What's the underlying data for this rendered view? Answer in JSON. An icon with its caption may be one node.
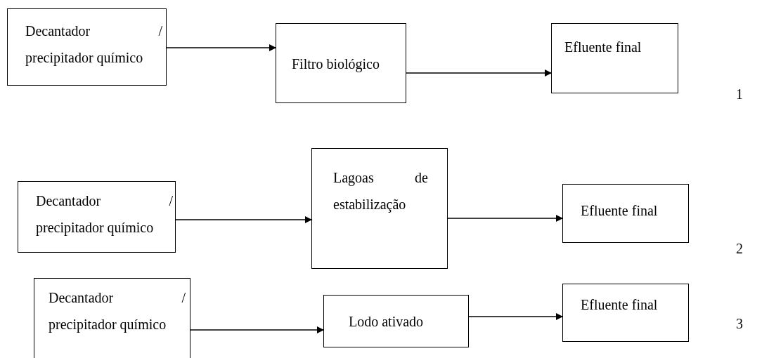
{
  "diagram": {
    "nodes": [
      {
        "text": [
          "Decantador / precipitador químico"
        ]
      },
      {
        "text": [
          "Filtro biológico"
        ]
      },
      {
        "text": [
          "Efluente final"
        ]
      },
      {
        "text": [
          "Decantador / precipitador químico"
        ]
      },
      {
        "text": [
          "Lagoas de estabilização"
        ]
      },
      {
        "text": [
          "Efluente final"
        ]
      },
      {
        "text": [
          "Decantador / precipitador químico"
        ]
      },
      {
        "text": [
          "Lodo ativado"
        ]
      },
      {
        "text": [
          "Efluente final"
        ]
      }
    ],
    "edges": [
      {
        "from": 0,
        "to": 1,
        "arrow": "to"
      },
      {
        "from": 1,
        "to": 2,
        "arrow": "to"
      },
      {
        "from": 3,
        "to": 4,
        "arrow": "to"
      },
      {
        "from": 4,
        "to": 5,
        "arrow": "to"
      },
      {
        "from": 6,
        "to": 7,
        "arrow": "to"
      },
      {
        "from": 7,
        "to": 8,
        "arrow": "to"
      }
    ],
    "labels": [
      "1",
      "2",
      "3"
    ]
  }
}
